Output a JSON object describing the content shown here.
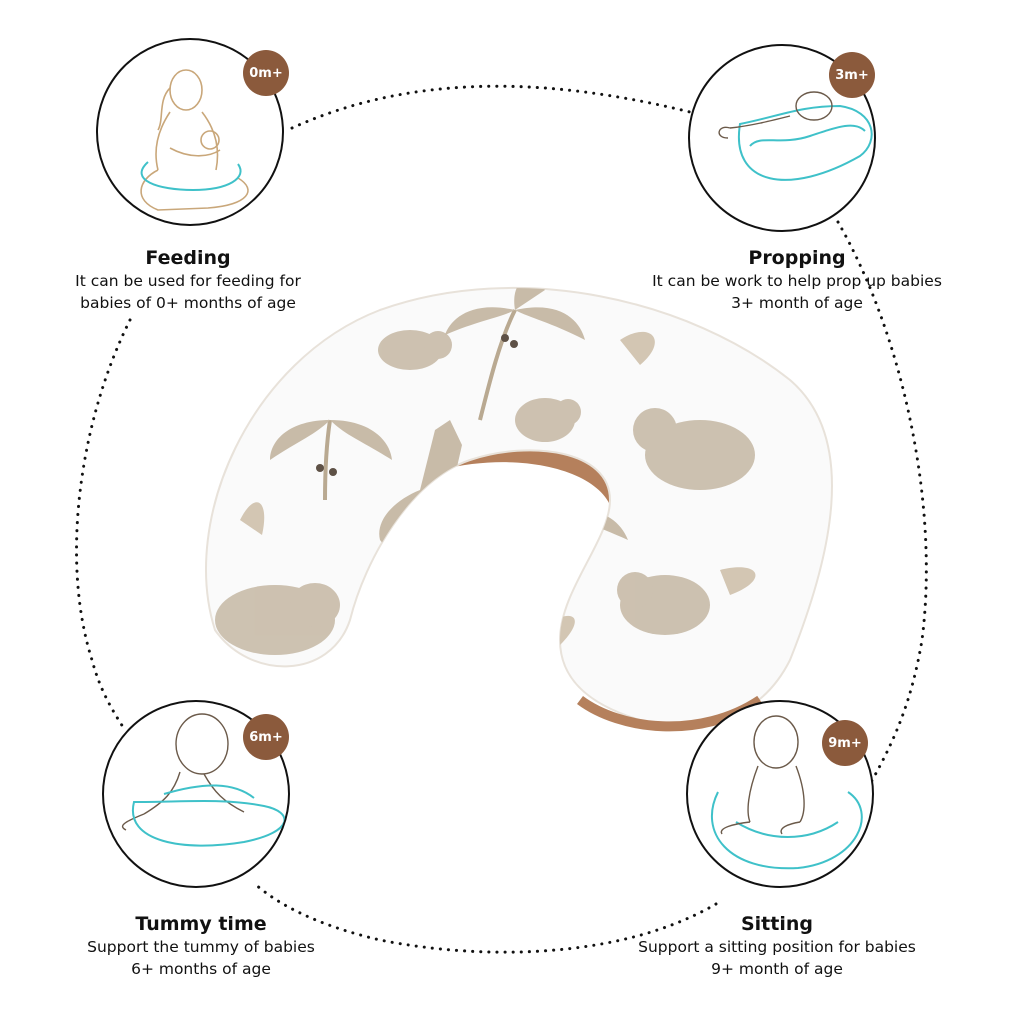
{
  "colors": {
    "badge": "#8b5a3c",
    "pillow_back": "#b5805c",
    "outline_teal": "#3fc1c9",
    "outline_tan": "#c9a77a",
    "dots": "#111111"
  },
  "pillow": {
    "name": "nursing-pillow-image",
    "pattern": [
      "elephant",
      "palm-tree",
      "giraffe",
      "leaf"
    ]
  },
  "items": [
    {
      "key": "feeding",
      "badge": "0m+",
      "title": "Feeding",
      "desc_lines": [
        "It can be used for feeding for",
        "babies of 0+ months of age"
      ]
    },
    {
      "key": "propping",
      "badge": "3m+",
      "title": "Propping",
      "desc_lines": [
        "It can be work to help prop up babies",
        "3+ month of age"
      ]
    },
    {
      "key": "tummy",
      "badge": "6m+",
      "title": "Tummy time",
      "desc_lines": [
        "Support the tummy of babies",
        "6+ months of age"
      ]
    },
    {
      "key": "sitting",
      "badge": "9m+",
      "title": "Sitting",
      "desc_lines": [
        "Support a sitting position for babies",
        "9+ month of age"
      ]
    }
  ]
}
